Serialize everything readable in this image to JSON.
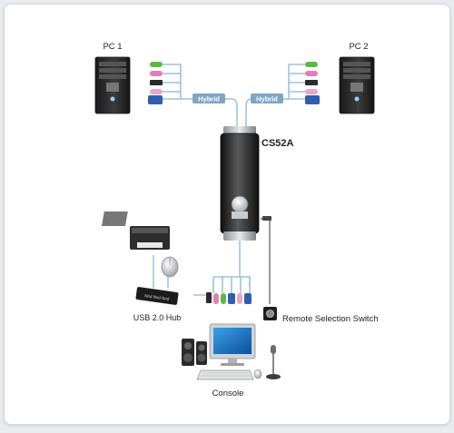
{
  "labels": {
    "pc1": "PC 1",
    "pc2": "PC 2",
    "hybrid_left": "Hybrid",
    "hybrid_right": "Hybrid",
    "switch_model": "CS52A",
    "hub": "USB 2.0 Hub",
    "remote": "Remote Selection Switch",
    "console": "Console"
  },
  "hub_text": "Nod Nod Nod",
  "colors": {
    "cable": "#9fc3dc",
    "hybrid_tag": "#7fa6c4",
    "audio_green": "#5db844",
    "audio_pink": "#e07fb5",
    "usb_dark": "#2b2b2b",
    "vga_blue": "#2f5fae",
    "switch_body": "#3a3a3a"
  }
}
